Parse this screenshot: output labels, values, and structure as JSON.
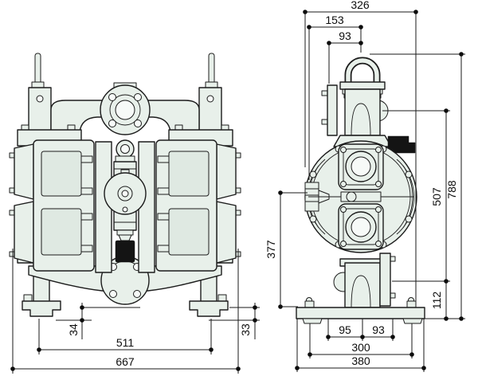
{
  "figure": {
    "kind": "engineering-dimension-drawing",
    "subject": "double-diaphragm pump, front and side orthographic views with dimensions"
  },
  "colors": {
    "body_fill": "#e8f0ea",
    "outline": "#1c1c1c",
    "dark_parts": "#141414",
    "dimension_lines": "#1a1a1a",
    "background": "#ffffff"
  },
  "views": {
    "front": {
      "dimensions": {
        "overall_width": "667",
        "foot_spacing": "511",
        "left_foot_height": "34",
        "right_foot_height": "33"
      }
    },
    "side": {
      "dimensions": {
        "overall_depth": "326",
        "rear_to_port_axis": "153",
        "flange_to_port_axis": "93",
        "overall_height": "788",
        "port_axis_span": "507",
        "inlet_axis_height": "112",
        "chamber_axis_height": "377",
        "base_slot_rear": "95",
        "base_slot_front": "93",
        "foot_hole_spacing": "300",
        "base_width": "380"
      }
    }
  }
}
